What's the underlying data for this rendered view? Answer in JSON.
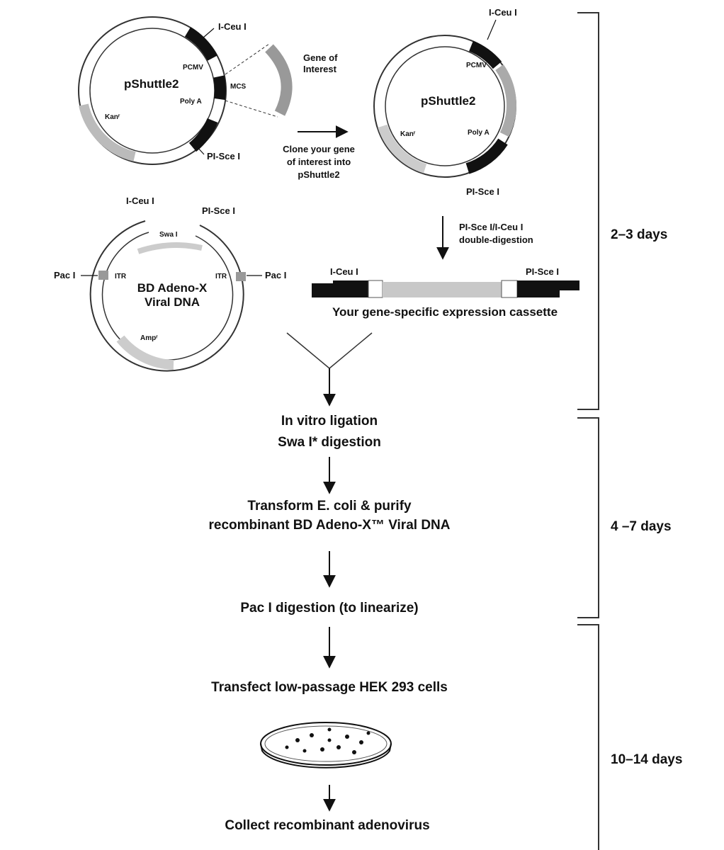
{
  "plasmid_left": {
    "name": "pShuttle2",
    "i_ceu": "I-Ceu I",
    "pcmv": "PCMV",
    "mcs": "MCS",
    "polya": "Poly A",
    "kan": "Kanʳ",
    "pisce": "PI-Sce I"
  },
  "gene_of_interest": "Gene of\nInterest",
  "clone_text": "Clone your gene\nof interest into\npShuttle2",
  "plasmid_right": {
    "name": "pShuttle2",
    "i_ceu": "I-Ceu I",
    "pcmv": "PCMV",
    "polya": "Poly A",
    "kan": "Kanʳ",
    "pisce": "PI-Sce I"
  },
  "double_digest": "PI-Sce I/I-Ceu I\ndouble-digestion",
  "viral": {
    "i_ceu": "I-Ceu I",
    "pisce": "PI-Sce I",
    "swa": "Swa I",
    "pac_left": "Pac I",
    "pac_right": "Pac I",
    "itr_left": "ITR",
    "itr_right": "ITR",
    "name": "BD Adeno-X\nViral DNA",
    "amp": "Ampʳ"
  },
  "cassette": {
    "left": "I-Ceu I",
    "right": "PI-Sce I",
    "caption": "Your gene-specific expression cassette"
  },
  "steps": {
    "ligation": "In vitro ligation",
    "swa_digest": "Swa I* digestion",
    "transform_1": "Transform E. coli & purify",
    "transform_2": "recombinant BD Adeno-X™ Viral DNA",
    "pac_digest": "Pac I digestion (to linearize)",
    "transfect": "Transfect low-passage HEK 293 cells",
    "collect": "Collect recombinant adenovirus"
  },
  "durations": {
    "phase1": "2–3 days",
    "phase2": "4 –7 days",
    "phase3": "10–14 days"
  }
}
